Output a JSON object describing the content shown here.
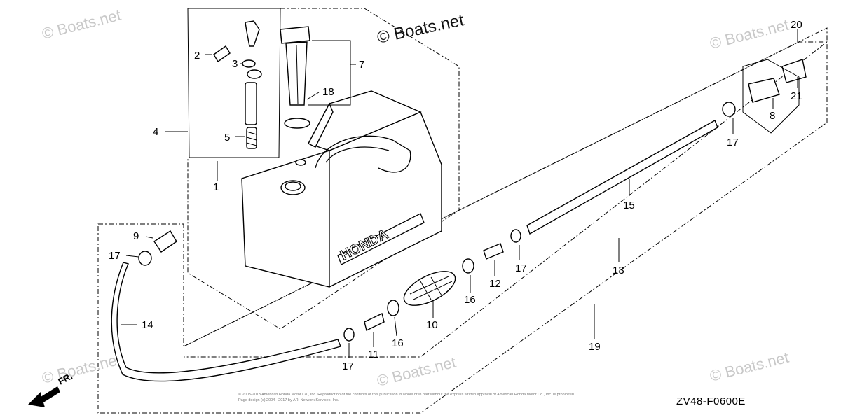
{
  "watermarks": {
    "main": "© Boats.net",
    "corner": "© Boats.net"
  },
  "callouts": {
    "p1": "1",
    "p2": "2",
    "p3": "3",
    "p4": "4",
    "p5": "5",
    "p7": "7",
    "p8": "8",
    "p9": "9",
    "p10": "10",
    "p11": "11",
    "p12": "12",
    "p13": "13",
    "p14": "14",
    "p15": "15",
    "p16a": "16",
    "p16b": "16",
    "p17a": "17",
    "p17b": "17",
    "p17c": "17",
    "p17d": "17",
    "p18": "18",
    "p19": "19",
    "p20": "20",
    "p21": "21"
  },
  "tank_brand": "HONDA",
  "front_indicator": "FR.",
  "figure_code": "ZV48-F0600E",
  "copyright_line1": "© 2003-2013 American Honda Motor Co., Inc. Reproduction of the contents of this publication in whole or in part without the express written approval of American Honda Motor Co., Inc. is prohibited",
  "copyright_line2": "Page design (c) 2004 - 2017 by ARI Network Services, Inc."
}
